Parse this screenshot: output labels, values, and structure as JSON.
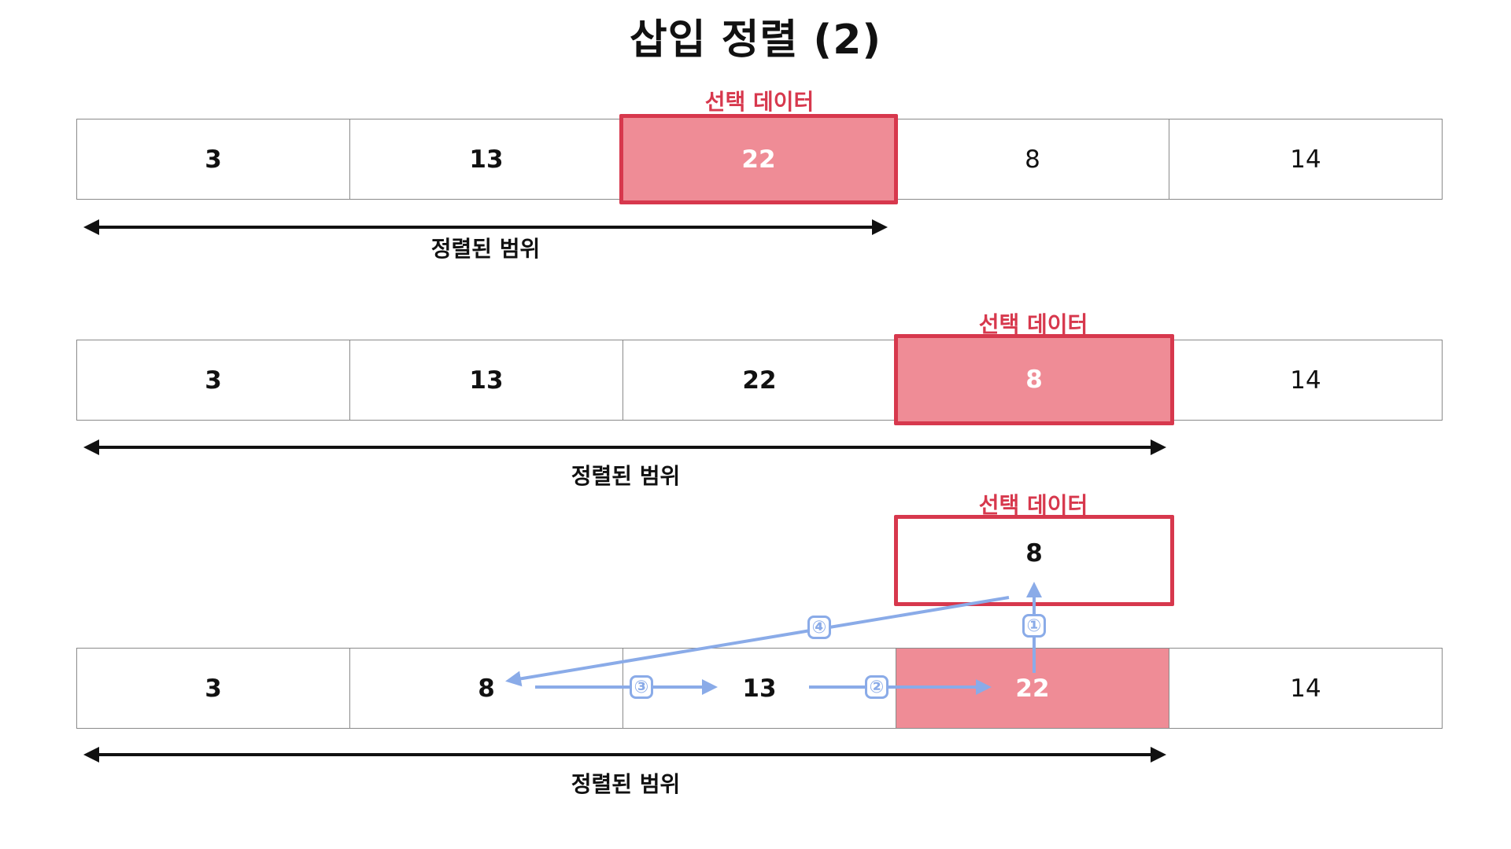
{
  "title": "삽입 정렬 (2)",
  "colors": {
    "highlight_fill": "#ef8c96",
    "highlight_border": "#d7384d",
    "step_arrow": "#8aabe8",
    "range_arrow": "#111111"
  },
  "labels": {
    "selected_data": "선택 데이터",
    "sorted_range": "정렬된 범위"
  },
  "step1": {
    "cells": [
      "3",
      "13",
      "22",
      "8",
      "14"
    ],
    "selected_value": "22"
  },
  "step2": {
    "cells": [
      "3",
      "13",
      "22",
      "8",
      "14"
    ],
    "selected_value": "8"
  },
  "step3": {
    "cells": [
      "3",
      "8",
      "13",
      "22",
      "14"
    ],
    "selected_value": "8",
    "badges": [
      "①",
      "②",
      "③",
      "④"
    ]
  }
}
